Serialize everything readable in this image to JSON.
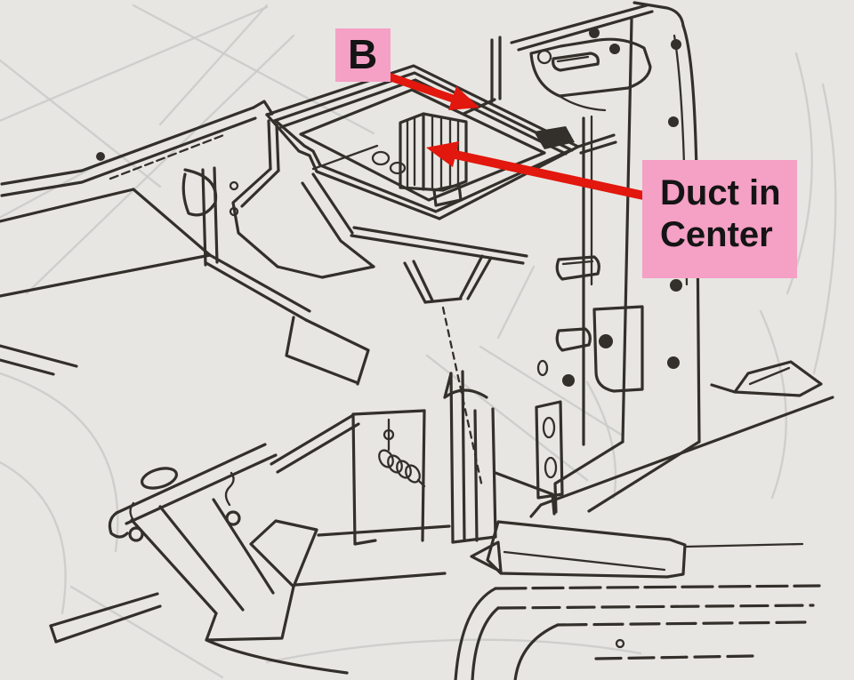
{
  "figure": {
    "kind": "scanned service-manual line drawing",
    "subject": "battery-tray-with-center-duct"
  },
  "colors": {
    "paper": "#e8e6e2",
    "ink": "#33302b",
    "ghost": "#c7c9c8",
    "label_bg": "#f5a0c5",
    "label_text": "#141414",
    "arrow": "#e2170d"
  },
  "annotations": {
    "b": {
      "text": "B"
    },
    "duct": {
      "line1": "Duct in",
      "line2": "Center"
    }
  }
}
